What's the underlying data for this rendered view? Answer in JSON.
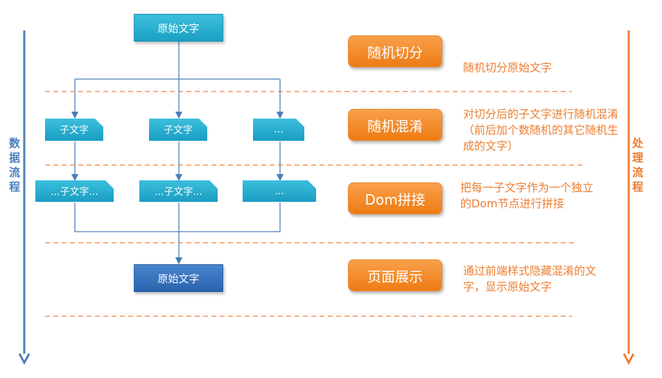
{
  "colors": {
    "left_axis": "#4a7ebb",
    "right_axis": "#ed7d31",
    "dash": "#ed7d31",
    "connector": "#4a7ebb"
  },
  "left_axis_label": "数据流程",
  "right_axis_label": "处理流程",
  "source_box": "原始文字",
  "children_row1": [
    "子文字",
    "子文字",
    "..."
  ],
  "children_row2": [
    "...子文字...",
    "...子文字...",
    "..."
  ],
  "result_box": "原始文字",
  "steps": [
    {
      "label": "随机切分",
      "description": "随机切分原始文字"
    },
    {
      "label": "随机混淆",
      "description": "对切分后的子文字进行随机混淆（前后加个数随机的其它随机生成的文字）"
    },
    {
      "label": "Dom拼接",
      "description": "把每一子文字作为一个独立的Dom节点进行拼接"
    },
    {
      "label": "页面展示",
      "description": "通过前端样式隐藏混淆的文字，显示原始文字"
    }
  ]
}
